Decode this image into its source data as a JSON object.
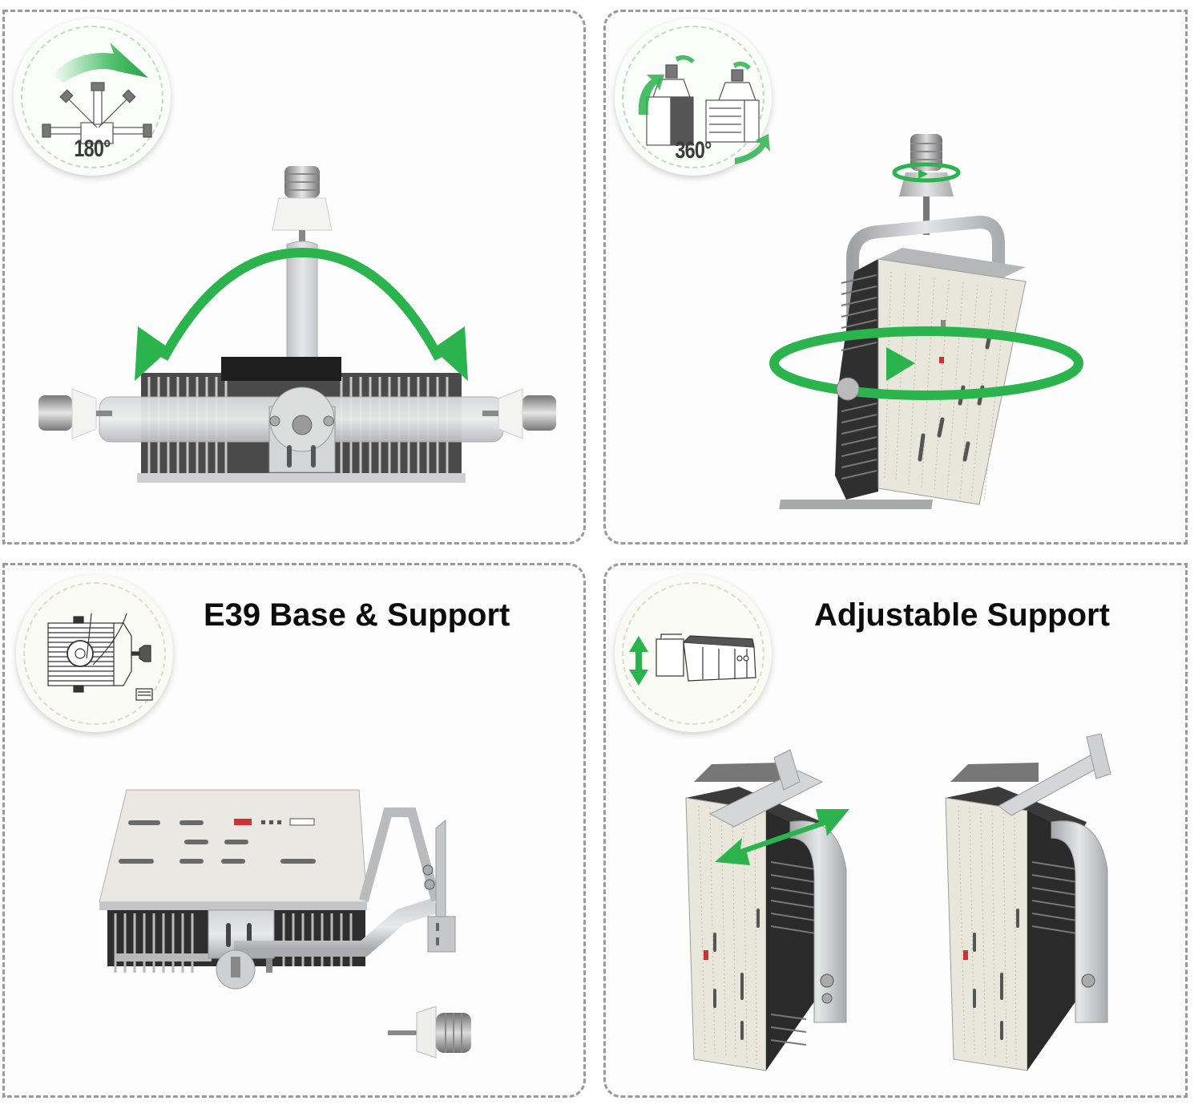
{
  "panels": [
    {
      "id": "rotation-180",
      "badge": {
        "icon": "rotate-180-diagram-icon",
        "label": "180°"
      }
    },
    {
      "id": "rotation-360",
      "badge": {
        "icon": "rotate-360-diagram-icon",
        "label": "360°"
      }
    },
    {
      "id": "e39-base",
      "title": "E39 Base & Support",
      "badge": {
        "icon": "base-support-diagram-icon"
      }
    },
    {
      "id": "adjustable-support",
      "title": "Adjustable Support",
      "badge": {
        "icon": "adjustable-support-diagram-icon"
      }
    }
  ],
  "colors": {
    "accent_green": "#2bb44e",
    "border": "#9a9a9a",
    "metal": "#c9cbcc",
    "heatsink": "#3a3a3a",
    "led_board": "#e9e6dc"
  }
}
